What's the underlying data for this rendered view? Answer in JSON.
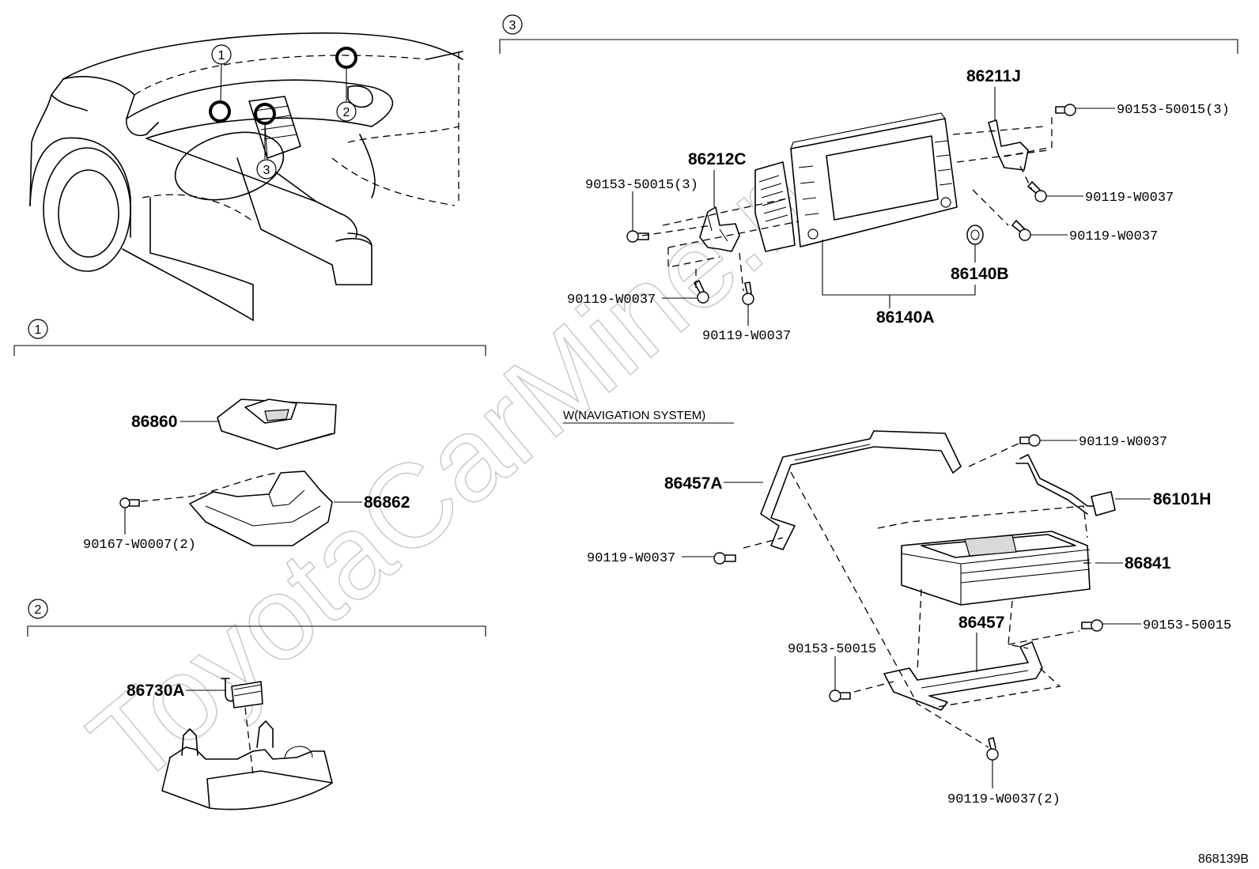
{
  "diagram_ref": "868139B",
  "watermark": "ToyotaCarMine.ru",
  "callouts": {
    "c1": "1",
    "c2": "2",
    "c3": "3"
  },
  "section1": {
    "number": "1",
    "parts": {
      "p86860": "86860",
      "p86862": "86862",
      "p90167": "90167-W0007(2)"
    }
  },
  "section2": {
    "number": "2",
    "parts": {
      "p86730A": "86730A"
    }
  },
  "section3": {
    "number": "3",
    "parts": {
      "p86211J": "86211J",
      "p86212C": "86212C",
      "p90153_3a": "90153-50015(3)",
      "p90153_3b": "90153-50015(3)",
      "p90119_a": "90119-W0037",
      "p90119_b": "90119-W0037",
      "p90119_c": "90119-W0037",
      "p90119_d": "90119-W0037",
      "p86140B": "86140B",
      "p86140A": "86140A"
    }
  },
  "navigation": {
    "heading": "W(NAVIGATION SYSTEM)",
    "parts": {
      "p90119_e": "90119-W0037",
      "p86457A": "86457A",
      "p86101H": "86101H",
      "p90119_f": "90119-W0037",
      "p86841": "86841",
      "p86457": "86457",
      "p90153_a": "90153-50015",
      "p90153_b": "90153-50015",
      "p90119_2": "90119-W0037(2)"
    }
  }
}
